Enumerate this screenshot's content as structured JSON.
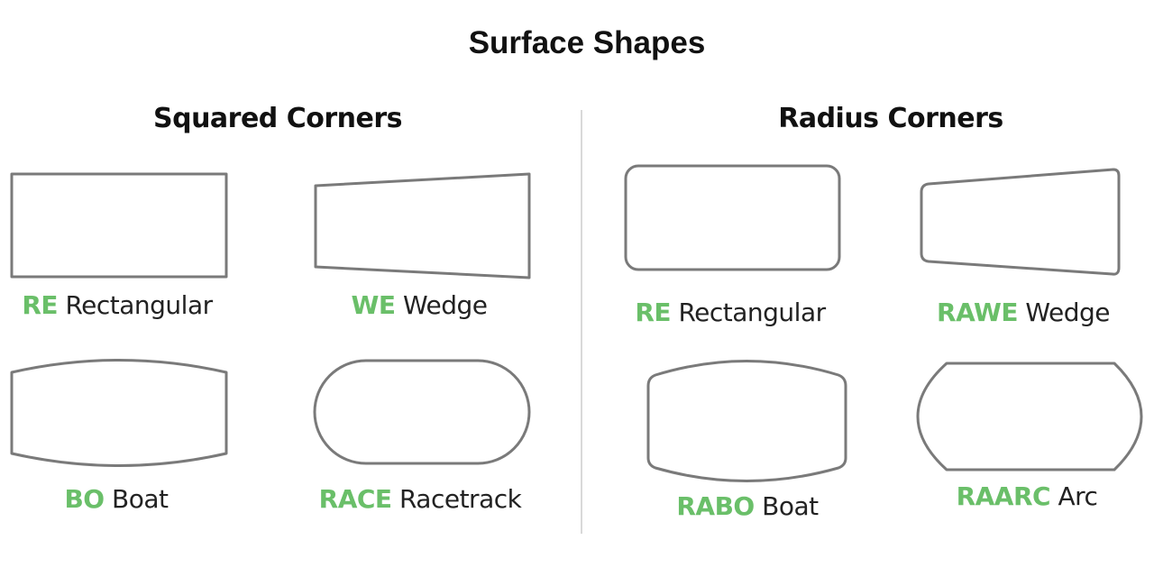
{
  "title": "Surface Shapes",
  "sections": {
    "squared": {
      "heading": "Squared Corners",
      "shapes": [
        {
          "code": "RE",
          "name": "Rectangular"
        },
        {
          "code": "WE",
          "name": "Wedge"
        },
        {
          "code": "BO",
          "name": "Boat"
        },
        {
          "code": "RACE",
          "name": "Racetrack"
        }
      ]
    },
    "radius": {
      "heading": "Radius Corners",
      "shapes": [
        {
          "code": "RE",
          "name": "Rectangular"
        },
        {
          "code": "RAWE",
          "name": "Wedge"
        },
        {
          "code": "RABO",
          "name": "Boat"
        },
        {
          "code": "RAARC",
          "name": "Arc"
        }
      ]
    }
  },
  "colors": {
    "code_accent": "#6abf69",
    "outline": "#7a7a7a",
    "divider": "#d9d9d9"
  }
}
